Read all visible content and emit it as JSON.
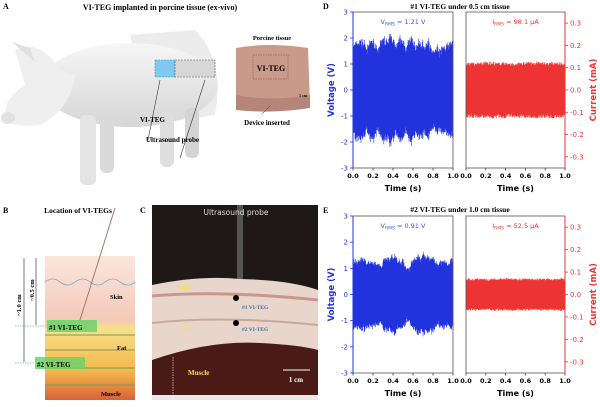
{
  "panel_a": {
    "letter": "A",
    "title": "VI-TEG implanted in porcine tissue (ex-vivo)",
    "label_device": "VI-TEG",
    "label_probe": "Ultrasound probe",
    "tissue_title": "Porcine tissue",
    "tissue_device": "VI-TEG",
    "tissue_scale": "1 cm",
    "tissue_caption": "Device inserted"
  },
  "panel_b": {
    "letter": "B",
    "title": "Location of VI-TEGs",
    "depth_1": "~1.0 cm",
    "depth_05": "~0.5 cm",
    "skin": "Skin",
    "fat": "Fat",
    "muscle": "Muscle",
    "teg1": "#1 VI-TEG",
    "teg2": "#2 VI-TEG"
  },
  "panel_c": {
    "letter": "C",
    "probe": "Ultrasound probe",
    "skin": "Skin",
    "fat": "Fat",
    "muscle": "Muscle",
    "teg1": "#1 VI-TEG",
    "teg2": "#2 VI-TEG",
    "scale": "1 cm"
  },
  "chart_data": [
    {
      "letter": "D",
      "type": "line",
      "title": "#1 VI-TEG under 0.5 cm tissue",
      "xlabel": "Time (s)",
      "x_ticks": [
        "0.0",
        "0.2",
        "0.4",
        "0.6",
        "0.8",
        "1.0"
      ],
      "xlim": [
        0,
        1.0
      ],
      "voltage": {
        "ylabel": "Voltage (V)",
        "ylim": [
          -3,
          3
        ],
        "y_ticks": [
          "3",
          "2",
          "1",
          "0",
          "-1",
          "-2",
          "-3"
        ],
        "rms_prefix": "V",
        "rms_sub": "RMS",
        "rms_value": " = 1.21 V",
        "peak_amplitude": 2.0,
        "color": "#2233dd"
      },
      "current": {
        "ylabel": "Current (mA)",
        "ylim": [
          -0.35,
          0.35
        ],
        "y_ticks": [
          "0.3",
          "0.2",
          "0.1",
          "0.0",
          "-0.1",
          "-0.2",
          "-0.3"
        ],
        "rms_prefix": "I",
        "rms_sub": "RMS",
        "rms_value": " = 98.1 μA",
        "peak_amplitude": 0.14,
        "color": "#ee3333"
      }
    },
    {
      "letter": "E",
      "type": "line",
      "title": "#2 VI-TEG under 1.0 cm tissue",
      "xlabel": "Time (s)",
      "x_ticks": [
        "0.0",
        "0.2",
        "0.4",
        "0.6",
        "0.8",
        "1.0"
      ],
      "xlim": [
        0,
        1.0
      ],
      "voltage": {
        "ylabel": "Voltage (V)",
        "ylim": [
          -3,
          3
        ],
        "y_ticks": [
          "3",
          "2",
          "1",
          "0",
          "-1",
          "-2",
          "-3"
        ],
        "rms_prefix": "V",
        "rms_sub": "RMS",
        "rms_value": " = 0.91 V",
        "peak_amplitude": 1.5,
        "color": "#2233dd"
      },
      "current": {
        "ylabel": "Current (mA)",
        "ylim": [
          -0.35,
          0.35
        ],
        "y_ticks": [
          "0.3",
          "0.2",
          "0.1",
          "0.0",
          "-0.1",
          "-0.2",
          "-0.3"
        ],
        "rms_prefix": "I",
        "rms_sub": "RMS",
        "rms_value": " = 52.5 μA",
        "peak_amplitude": 0.08,
        "color": "#ee3333"
      }
    }
  ]
}
